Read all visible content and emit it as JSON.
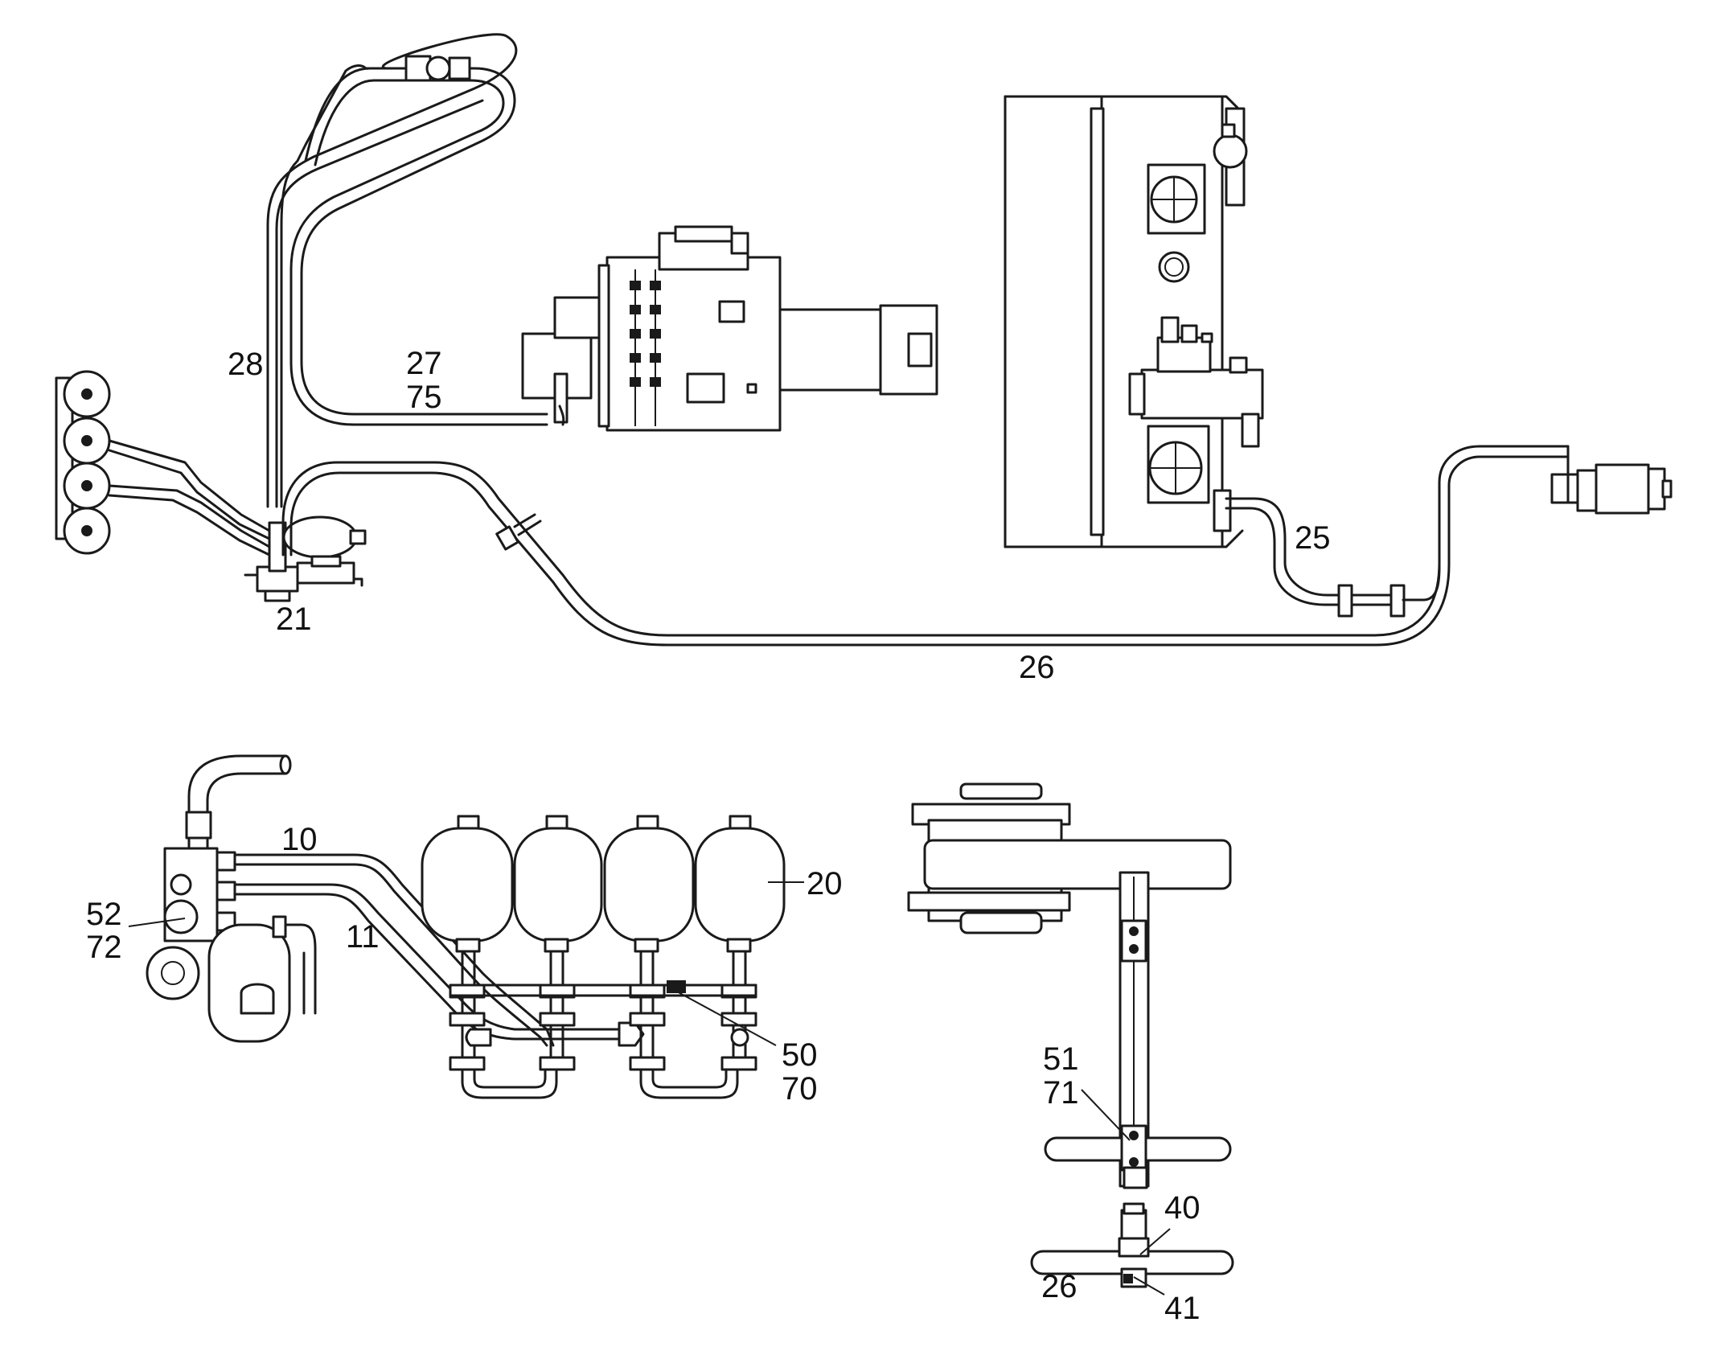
{
  "callouts": {
    "c28": "28",
    "c27": "27",
    "c75": "75",
    "c21": "21",
    "c26_top": "26",
    "c25": "25",
    "c10": "10",
    "c11": "11",
    "c52": "52",
    "c72": "72",
    "c20": "20",
    "c50": "50",
    "c70": "70",
    "c51": "51",
    "c71": "71",
    "c40": "40",
    "c26_bottom": "26",
    "c41": "41"
  }
}
